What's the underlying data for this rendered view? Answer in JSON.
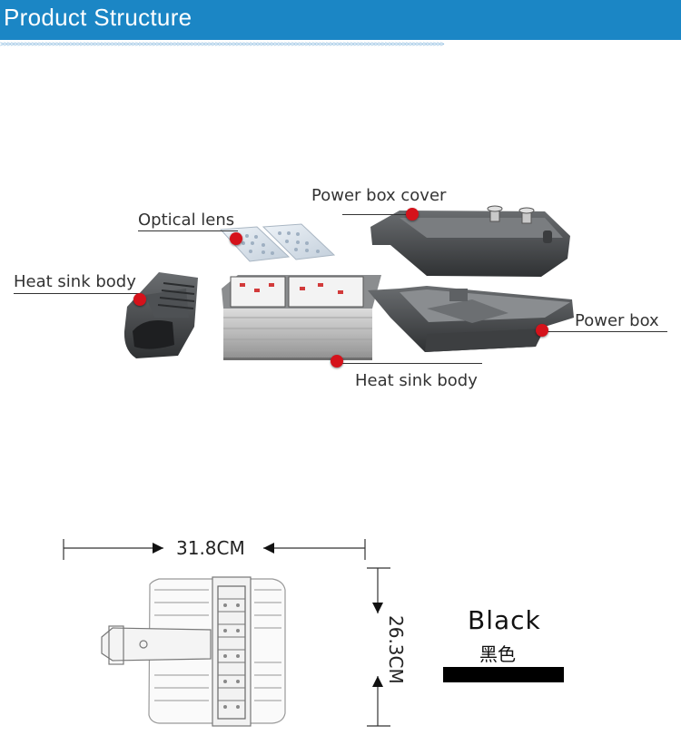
{
  "header": {
    "title": "Product Structure",
    "bg_color": "#1b86c5",
    "chevrons": ">>>>>>>>>>>>>>>>>>>>>>>>>>>>>>>>>>>>>>>>>>>>>>>>>>>>>>>>>>>>>>>>>>>>>>>>>>>>>>>>>>>>>>>>>>>>>>>>>>>>>>>>>>>>>>>>>>>>>>>>>>>>>>>>"
  },
  "components": {
    "power_box_cover": "Power box cover",
    "optical_lens": "Optical lens",
    "heat_sink_body_left": "Heat sink body",
    "power_box": "Power box",
    "heat_sink_body_center": "Heat sink body",
    "marker_color": "#d5121b"
  },
  "dimensions": {
    "width_label": "31.8CM",
    "height_label": "26.3CM"
  },
  "color_option": {
    "name": "Black",
    "name_cn": "黑色",
    "swatch_color": "#000000"
  }
}
